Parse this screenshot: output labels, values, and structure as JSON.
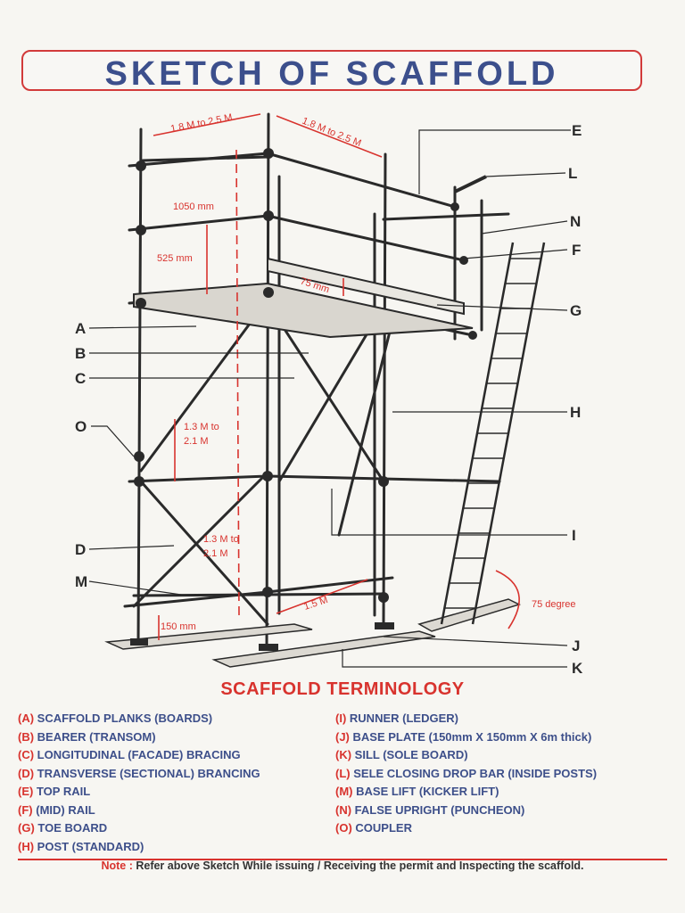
{
  "title": "SKETCH OF SCAFFOLD",
  "dimensions": {
    "top_left_span": "1.8 M to 2.5 M",
    "top_right_span": "1.8 M to 2.5 M",
    "h_1050": "1050 mm",
    "h_525": "525 mm",
    "h_75": "75 mm",
    "lift_upper_a": "1.3 M to",
    "lift_upper_b": "2.1 M",
    "lift_lower_a": "1.3 M to",
    "lift_lower_b": "2.1 M",
    "base_150": "150 mm",
    "bay_15": "1.5 M",
    "ladder_angle": "75 degree"
  },
  "letters": {
    "A": "A",
    "B": "B",
    "C": "C",
    "D": "D",
    "E": "E",
    "F": "F",
    "G": "G",
    "H": "H",
    "I": "I",
    "J": "J",
    "K": "K",
    "L": "L",
    "M": "M",
    "N": "N",
    "O": "O"
  },
  "terminology_title": "SCAFFOLD TERMINOLOGY",
  "legend_left": [
    {
      "code": "(A)",
      "label": "SCAFFOLD PLANKS (BOARDS)"
    },
    {
      "code": "(B)",
      "label": "BEARER (TRANSOM)"
    },
    {
      "code": "(C)",
      "label": "LONGITUDINAL (FACADE) BRACING"
    },
    {
      "code": "(D)",
      "label": "TRANSVERSE (SECTIONAL) BRANCING"
    },
    {
      "code": "(E)",
      "label": "TOP RAIL"
    },
    {
      "code": "(F)",
      "label": "(MID) RAIL"
    },
    {
      "code": "(G)",
      "label": "TOE BOARD"
    },
    {
      "code": "(H)",
      "label": "POST (STANDARD)"
    }
  ],
  "legend_right": [
    {
      "code": "(I)",
      "label": "RUNNER (LEDGER)"
    },
    {
      "code": "(J)",
      "label": "BASE PLATE (150mm X 150mm X 6m thick)"
    },
    {
      "code": "(K)",
      "label": "SILL (SOLE BOARD)"
    },
    {
      "code": "(L)",
      "label": "SELE CLOSING DROP BAR (INSIDE POSTS)"
    },
    {
      "code": "(M)",
      "label": "BASE LIFT (KICKER LIFT)"
    },
    {
      "code": "(N)",
      "label": "FALSE UPRIGHT (PUNCHEON)"
    },
    {
      "code": "(O)",
      "label": "COUPLER"
    }
  ],
  "note": {
    "label": "Note :",
    "text": "Refer above Sketch While issuing / Receiving the permit and Inspecting the scaffold."
  }
}
